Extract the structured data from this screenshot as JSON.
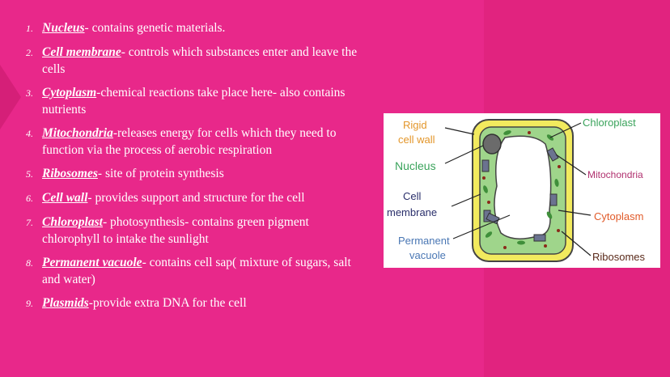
{
  "items": [
    {
      "num": "1.",
      "term": "Nucleus",
      "desc": "- contains genetic materials."
    },
    {
      "num": "2.",
      "term": "Cell membrane",
      "desc": "- controls which substances enter and leave the cells"
    },
    {
      "num": "3.",
      "term": "Cytoplasm",
      "desc": "-chemical reactions take place here- also contains nutrients"
    },
    {
      "num": "4.",
      "term": "Mitochondria",
      "desc": "-releases energy for cells which  they need to function via the process of aerobic respiration"
    },
    {
      "num": "5.",
      "term": "Ribosomes",
      "desc": "- site of protein synthesis"
    },
    {
      "num": "6.",
      "term": "Cell wall",
      "desc": "- provides support and structure for the cell"
    },
    {
      "num": "7.",
      "term": "Chloroplast",
      "desc": "- photosynthesis- contains green pigment chlorophyll to intake the sunlight"
    },
    {
      "num": "8.",
      "term": "Permanent vacuole",
      "desc": "- contains cell sap( mixture of sugars, salt and water)"
    },
    {
      "num": "9.",
      "term": "Plasmids",
      "desc": "-provide extra DNA for the cell"
    }
  ],
  "diagram": {
    "rigid_line1": "Rigid",
    "rigid_line2": "cell wall",
    "nucleus": "Nucleus",
    "membrane_line1": "Cell",
    "membrane_line2": "membrane",
    "vacuole_line1": "Permanent",
    "vacuole_line2": "vacuole",
    "chloroplast": "Chloroplast",
    "mitochondria": "Mitochondria",
    "cytoplasm": "Cytoplasm",
    "ribosomes": "Ribosomes",
    "colors": {
      "rigid": "#e3962a",
      "nucleus": "#3aa35b",
      "membrane": "#2a2f6b",
      "vacuole": "#4a77b4",
      "chloroplast": "#3aa35b",
      "mitochondria": "#b0306e",
      "cytoplasm": "#e15b2a",
      "ribosomes": "#5a2a1a"
    }
  }
}
